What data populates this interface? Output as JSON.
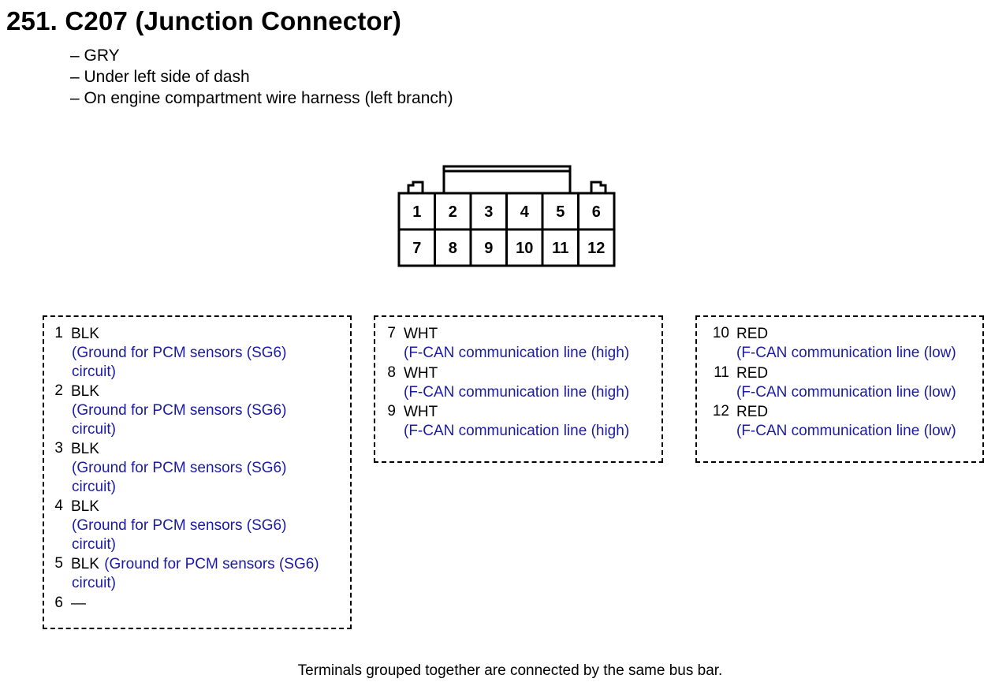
{
  "title": "251. C207 (Junction Connector)",
  "info": [
    "– GRY",
    "– Under left side of dash",
    "– On engine compartment wire harness (left branch)"
  ],
  "connector": {
    "top_row": [
      "1",
      "2",
      "3",
      "4",
      "5",
      "6"
    ],
    "bottom_row": [
      "7",
      "8",
      "9",
      "10",
      "11",
      "12"
    ]
  },
  "groups": [
    {
      "terminals": [
        {
          "num": "1",
          "head": "BLK",
          "desc": "(Ground for PCM sensors (SG6) circuit)"
        },
        {
          "num": "2",
          "head": "BLK",
          "desc": "(Ground for PCM sensors (SG6) circuit)"
        },
        {
          "num": "3",
          "head": "BLK",
          "desc": "(Ground for PCM sensors (SG6) circuit)"
        },
        {
          "num": "4",
          "head": "BLK",
          "desc": "(Ground for PCM sensors (SG6) circuit)"
        },
        {
          "num": "5",
          "head": "BLK",
          "desc_inline": "(Ground for PCM sensors (SG6)",
          "desc": "circuit)"
        },
        {
          "num": "6",
          "head": "—",
          "desc": ""
        }
      ]
    },
    {
      "terminals": [
        {
          "num": "7",
          "head": "WHT",
          "desc": "(F-CAN communication line (high)"
        },
        {
          "num": "8",
          "head": "WHT",
          "desc": "(F-CAN communication line (high)"
        },
        {
          "num": "9",
          "head": "WHT",
          "desc": "(F-CAN communication line (high)"
        }
      ]
    },
    {
      "terminals": [
        {
          "num": "10",
          "head": "RED",
          "desc": "(F-CAN communication line (low)"
        },
        {
          "num": "11",
          "head": "RED",
          "desc": "(F-CAN communication line (low)"
        },
        {
          "num": "12",
          "head": "RED",
          "desc": "(F-CAN communication line (low)"
        }
      ]
    }
  ],
  "footnote": "Terminals grouped together are connected by the same bus bar.",
  "colors": {
    "description_text": "#1a1aa6",
    "line": "#000000"
  }
}
